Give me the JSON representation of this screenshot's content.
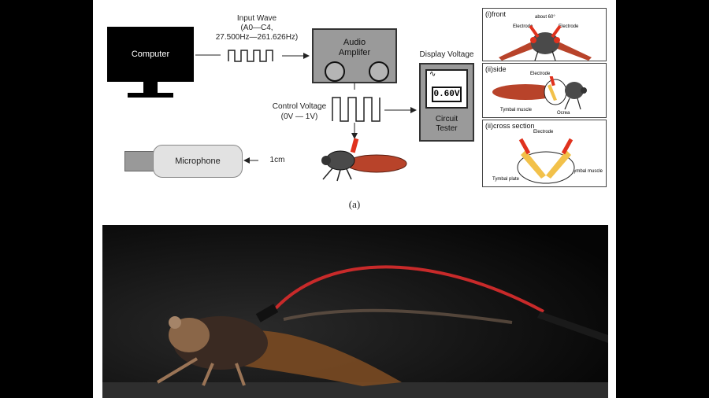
{
  "diagram": {
    "computer_label": "Computer",
    "input_wave_label": "Input Wave",
    "input_wave_range": "(A0—C4,",
    "input_wave_freq": "27.500Hz—261.626Hz)",
    "amplifier_label_line1": "Audio",
    "amplifier_label_line2": "Amplifer",
    "display_voltage_label": "Display Voltage",
    "readout_value": "0.60V",
    "tester_label_line1": "Circuit",
    "tester_label_line2": "Tester",
    "control_voltage_label": "Control Voltage",
    "control_voltage_range": "(0V — 1V)",
    "distance_label": "1cm",
    "microphone_label": "Microphone",
    "caption": "(a)"
  },
  "side_panels": {
    "front_title": "(i)front",
    "front_angle": "about 60°",
    "front_electrode_left": "Electrode",
    "front_electrode_right": "Electrode",
    "side_title": "(ii)side",
    "side_electrode": "Electrode",
    "side_muscle": "Tymbal muscle",
    "side_ocrea": "Ocrea",
    "cross_title": "(ii)cross section",
    "cross_electrode": "Electrode",
    "cross_muscle": "Tymbal muscle",
    "cross_plate": "Tymbal plate"
  },
  "colors": {
    "wing": "#b8432a",
    "electrode": "#e0321e",
    "muscle": "#f2c14a",
    "device_gray": "#9a9a9a"
  }
}
